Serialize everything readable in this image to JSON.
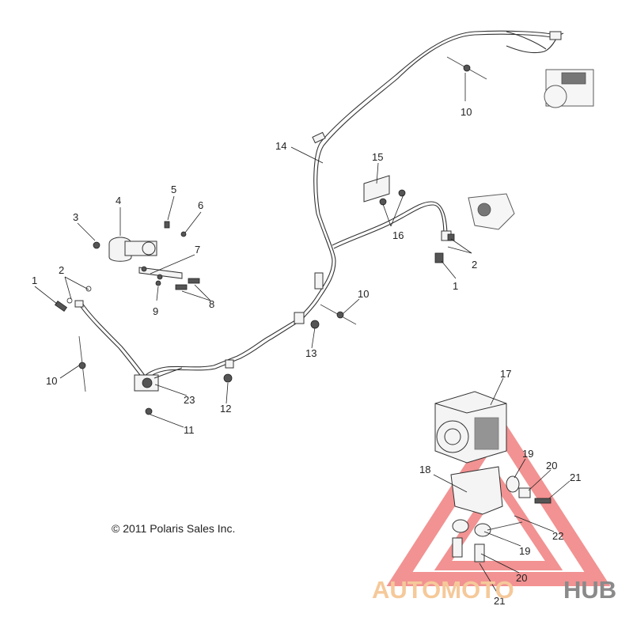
{
  "copyright": "© 2011 Polaris Sales Inc.",
  "watermark": {
    "part1": "AUTOMOTO",
    "part2": "HUB",
    "color_main": "#f5c99a",
    "color_hub": "#8a8a8a",
    "triangle_color": "#f08080"
  },
  "callouts": {
    "c1a": "1",
    "c1b": "1",
    "c2a": "2",
    "c2b": "2",
    "c3": "3",
    "c4": "4",
    "c5": "5",
    "c6": "6",
    "c7": "7",
    "c8": "8",
    "c9": "9",
    "c10a": "10",
    "c10b": "10",
    "c10c": "10",
    "c11": "11",
    "c12": "12",
    "c13": "13",
    "c14": "14",
    "c15": "15",
    "c16": "16",
    "c17": "17",
    "c18": "18",
    "c19a": "19",
    "c19b": "19",
    "c20a": "20",
    "c20b": "20",
    "c21a": "21",
    "c21b": "21",
    "c22": "22",
    "c23": "23"
  }
}
